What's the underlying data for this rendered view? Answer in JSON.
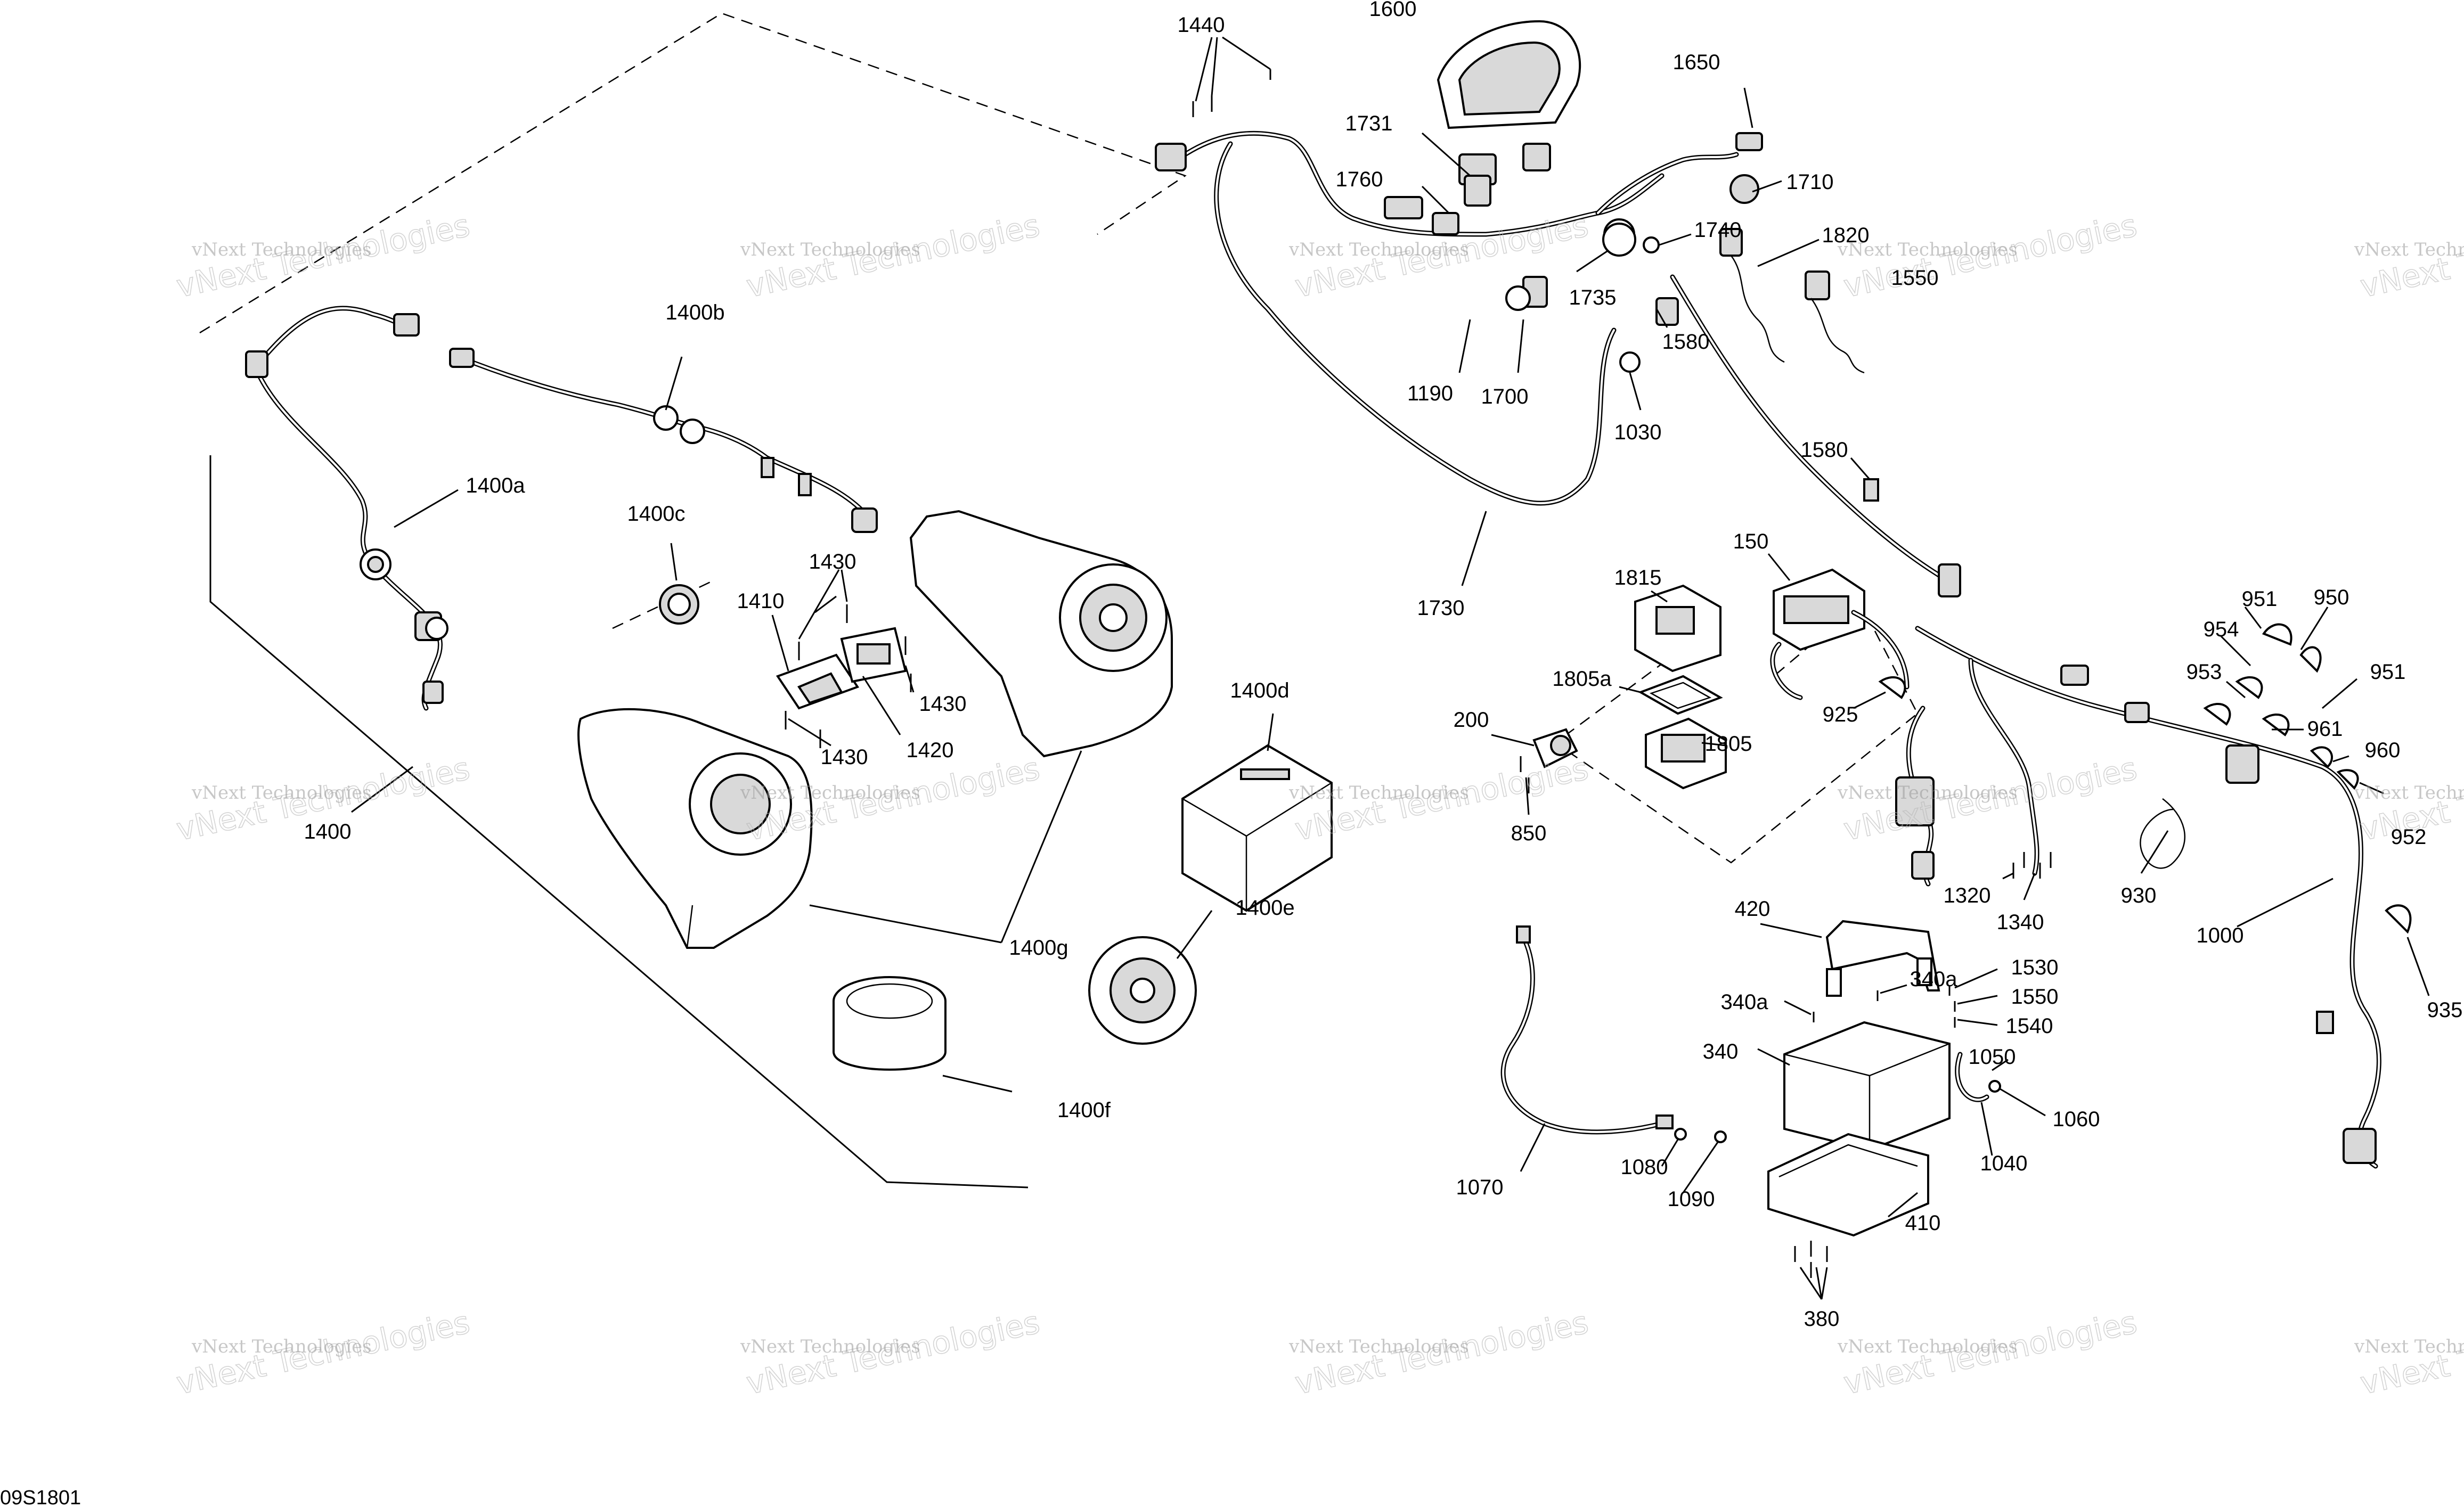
{
  "diagram": {
    "reference_code": "09S1801",
    "watermark": {
      "small_text": "vNext Technologies",
      "large_text": "vNext Technologies"
    },
    "callouts": [
      {
        "id": "1400",
        "label": "1400"
      },
      {
        "id": "1400a",
        "label": "1400a"
      },
      {
        "id": "1400b",
        "label": "1400b"
      },
      {
        "id": "1400c",
        "label": "1400c"
      },
      {
        "id": "1400d",
        "label": "1400d"
      },
      {
        "id": "1400e",
        "label": "1400e"
      },
      {
        "id": "1400f",
        "label": "1400f"
      },
      {
        "id": "1400g",
        "label": "1400g"
      },
      {
        "id": "1410",
        "label": "1410"
      },
      {
        "id": "1420",
        "label": "1420"
      },
      {
        "id": "1430a",
        "label": "1430"
      },
      {
        "id": "1430b",
        "label": "1430"
      },
      {
        "id": "1430c",
        "label": "1430"
      },
      {
        "id": "1440",
        "label": "1440"
      },
      {
        "id": "1600",
        "label": "1600"
      },
      {
        "id": "1650",
        "label": "1650"
      },
      {
        "id": "1731",
        "label": "1731"
      },
      {
        "id": "1760",
        "label": "1760"
      },
      {
        "id": "1710",
        "label": "1710"
      },
      {
        "id": "1740",
        "label": "1740"
      },
      {
        "id": "1820",
        "label": "1820"
      },
      {
        "id": "1550",
        "label": "1550"
      },
      {
        "id": "1735",
        "label": "1735"
      },
      {
        "id": "1580a",
        "label": "1580"
      },
      {
        "id": "1190",
        "label": "1190"
      },
      {
        "id": "1700",
        "label": "1700"
      },
      {
        "id": "1030",
        "label": "1030"
      },
      {
        "id": "1580b",
        "label": "1580"
      },
      {
        "id": "1730",
        "label": "1730"
      },
      {
        "id": "1815",
        "label": "1815"
      },
      {
        "id": "150",
        "label": "150"
      },
      {
        "id": "1805a",
        "label": "1805a"
      },
      {
        "id": "200",
        "label": "200"
      },
      {
        "id": "1805",
        "label": "1805"
      },
      {
        "id": "850",
        "label": "850"
      },
      {
        "id": "925",
        "label": "925"
      },
      {
        "id": "951a",
        "label": "951"
      },
      {
        "id": "950",
        "label": "950"
      },
      {
        "id": "954",
        "label": "954"
      },
      {
        "id": "953",
        "label": "953"
      },
      {
        "id": "951b",
        "label": "951"
      },
      {
        "id": "961",
        "label": "961"
      },
      {
        "id": "960",
        "label": "960"
      },
      {
        "id": "952",
        "label": "952"
      },
      {
        "id": "1320",
        "label": "1320"
      },
      {
        "id": "1340",
        "label": "1340"
      },
      {
        "id": "930",
        "label": "930"
      },
      {
        "id": "1000",
        "label": "1000"
      },
      {
        "id": "935",
        "label": "935"
      },
      {
        "id": "420",
        "label": "420"
      },
      {
        "id": "1530",
        "label": "1530"
      },
      {
        "id": "340a_left",
        "label": "340a"
      },
      {
        "id": "340a_right",
        "label": "340a"
      },
      {
        "id": "1550b",
        "label": "1550"
      },
      {
        "id": "1540",
        "label": "1540"
      },
      {
        "id": "340",
        "label": "340"
      },
      {
        "id": "1050",
        "label": "1050"
      },
      {
        "id": "1060",
        "label": "1060"
      },
      {
        "id": "1040",
        "label": "1040"
      },
      {
        "id": "1070",
        "label": "1070"
      },
      {
        "id": "1080",
        "label": "1080"
      },
      {
        "id": "1090",
        "label": "1090"
      },
      {
        "id": "410",
        "label": "410"
      },
      {
        "id": "380",
        "label": "380"
      }
    ]
  }
}
